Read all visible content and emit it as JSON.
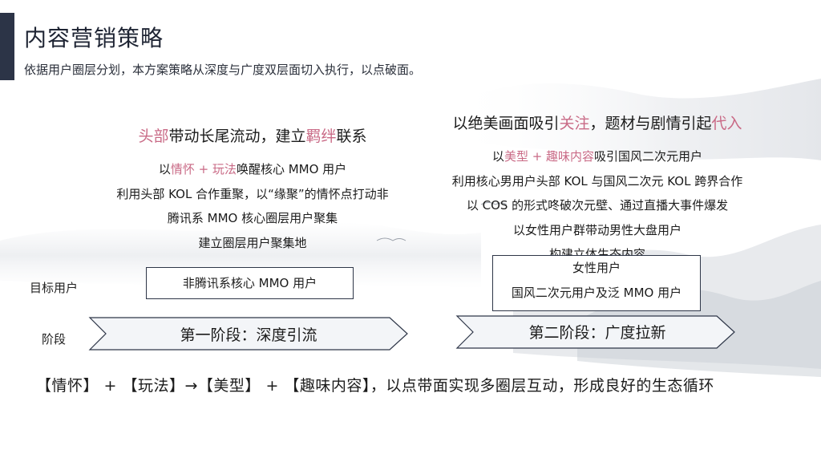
{
  "header": {
    "title": "内容营销策略",
    "subtitle": "依据用户圈层分划，本方案策略从深度与广度双层面切入执行，以点破面。"
  },
  "left": {
    "lead_a": "头部",
    "lead_b": "带动长尾流动，建立",
    "lead_c": "羁绊",
    "lead_d": "联系",
    "line1_a": "以",
    "line1_b": "情怀 + 玩法",
    "line1_c": "唤醒核心 MMO 用户",
    "line2": "利用头部 KOL 合作重聚，以“缘聚”的情怀点打动非",
    "line3": "腾讯系 MMO 核心圈层用户聚集",
    "line4": "建立圈层用户聚集地"
  },
  "right": {
    "lead_a": "以绝美画面吸引",
    "lead_b": "关注",
    "lead_c": "，题材与剧情引起",
    "lead_d": "代入",
    "line1_a": "以",
    "line1_b": "美型 + 趣味内容",
    "line1_c": "吸引国风二次元用户",
    "line2": "利用核心男用户头部 KOL 与国风二次元 KOL 跨界合作",
    "line3": "以 COS 的形式咚破次元壁、通过直播大事件爆发",
    "line4": "以女性用户群带动男性大盘用户",
    "line5": "构建立体生态内容"
  },
  "labels": {
    "target": "目标用户",
    "stage": "阶段"
  },
  "targets": {
    "left": "非腾讯系核心 MMO 用户",
    "right_1": "女性用户",
    "right_2": "国风二次元用户及泛 MMO 用户"
  },
  "stages": {
    "first": "第一阶段：深度引流",
    "second": "第二阶段：广度拉新"
  },
  "footer": {
    "summary": "【情怀】 + 【玩法】→【美型】 + 【趣味内容】，以点带面实现多圈层互动，形成良好的生态循环"
  },
  "colors": {
    "accent_dark": "#2c3447",
    "highlight_pink": "#c96a86"
  }
}
